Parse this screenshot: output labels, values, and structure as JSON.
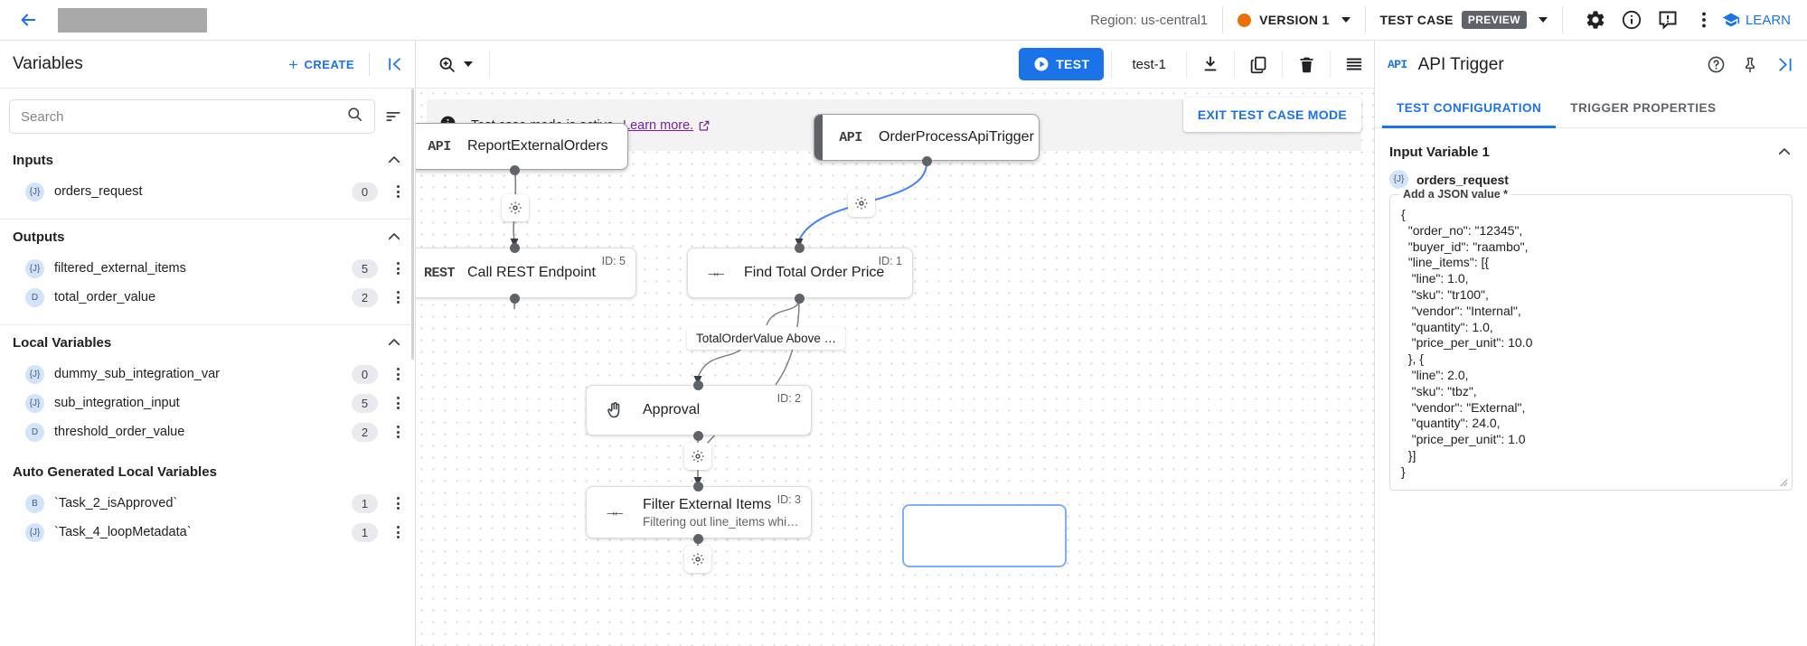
{
  "topbar": {
    "back_icon": "back-arrow-icon",
    "region_label": "Region: us-central1",
    "version_label": "VERSION 1",
    "version_dot_color": "#e8710a",
    "test_case_label": "TEST CASE",
    "preview_badge": "PREVIEW",
    "settings_icon": "gear-icon",
    "info_icon": "info-circle-icon",
    "feedback_icon": "feedback-icon",
    "more_icon": "more-vertical-icon",
    "learn_label": "LEARN"
  },
  "left_panel": {
    "title": "Variables",
    "create_label": "CREATE",
    "collapse_icon": "collapse-left-icon",
    "search": {
      "value": "",
      "placeholder": "Search"
    },
    "sections": [
      {
        "title": "Inputs",
        "items": [
          {
            "type": "{J}",
            "name": "orders_request",
            "count": "0"
          }
        ]
      },
      {
        "title": "Outputs",
        "items": [
          {
            "type": "{J}",
            "name": "filtered_external_items",
            "count": "5"
          },
          {
            "type": "D",
            "name": "total_order_value",
            "count": "2"
          }
        ]
      },
      {
        "title": "Local Variables",
        "items": [
          {
            "type": "{J}",
            "name": "dummy_sub_integration_var",
            "count": "0"
          },
          {
            "type": "{J}",
            "name": "sub_integration_input",
            "count": "5"
          },
          {
            "type": "D",
            "name": "threshold_order_value",
            "count": "2"
          }
        ]
      },
      {
        "title": "Auto Generated Local Variables",
        "items": [
          {
            "type": "B",
            "name": "`Task_2_isApproved`",
            "count": "1"
          },
          {
            "type": "{J}",
            "name": "`Task_4_loopMetadata`",
            "count": "1"
          }
        ]
      }
    ]
  },
  "canvas_toolbar": {
    "zoom_icon": "zoom-in-icon",
    "test_label": "TEST",
    "test_name": "test-1",
    "download_icon": "download-icon",
    "copy_icon": "copy-icon",
    "delete_icon": "trash-icon",
    "list_icon": "list-icon"
  },
  "canvas": {
    "banner": {
      "info_icon": "info-filled-icon",
      "text": "Test case mode is active.",
      "link": "Learn more.",
      "external_icon": "external-link-icon",
      "exit_label": "EXIT TEST CASE MODE"
    },
    "nodes": [
      {
        "id": "",
        "icon": "API",
        "title": "ReportExternalOrders",
        "subtitle": "",
        "kind": "trigger"
      },
      {
        "id": "",
        "icon": "API",
        "title": "OrderProcessApiTrigger",
        "subtitle": "",
        "kind": "trigger"
      },
      {
        "id": "ID: 5",
        "icon": "REST",
        "title": "Call REST Endpoint",
        "subtitle": "",
        "kind": "task"
      },
      {
        "id": "ID: 1",
        "icon": "→←",
        "title": "Find Total Order Price",
        "subtitle": "",
        "kind": "task"
      },
      {
        "id": "ID: 2",
        "icon": "✋",
        "title": "Approval",
        "subtitle": "",
        "kind": "task"
      },
      {
        "id": "ID: 3",
        "icon": "→←",
        "title": "Filter External Items",
        "subtitle": "Filtering out line_items whi…",
        "kind": "task"
      }
    ],
    "edge_label": "TotalOrderValue Above …"
  },
  "right_panel": {
    "api_tag": "API",
    "title": "API Trigger",
    "help_icon": "help-circle-icon",
    "pin_icon": "pin-icon",
    "expand_icon": "expand-right-icon",
    "tabs": [
      {
        "label": "TEST CONFIGURATION",
        "active": true
      },
      {
        "label": "TRIGGER PROPERTIES",
        "active": false
      }
    ],
    "input_variable_title": "Input Variable 1",
    "variable_type": "{J}",
    "variable_name": "orders_request",
    "json_legend": "Add a JSON value *",
    "json_value": "{\n  \"order_no\": \"12345\",\n  \"buyer_id\": \"raambo\",\n  \"line_items\": [{\n   \"line\": 1.0,\n   \"sku\": \"tr100\",\n   \"vendor\": \"Internal\",\n   \"quantity\": 1.0,\n   \"price_per_unit\": 10.0\n  }, {\n   \"line\": 2.0,\n   \"sku\": \"tbz\",\n   \"vendor\": \"External\",\n   \"quantity\": 24.0,\n   \"price_per_unit\": 1.0\n  }]\n}"
  }
}
